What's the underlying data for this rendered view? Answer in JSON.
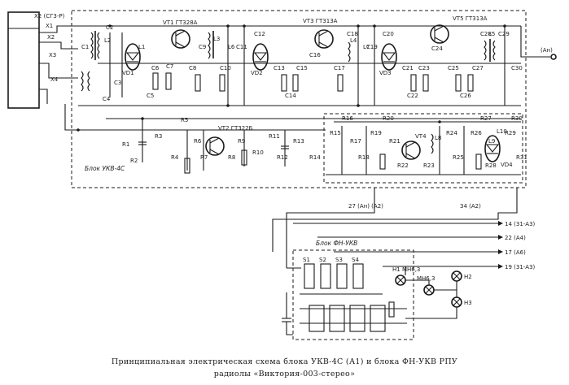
{
  "caption": {
    "line1": "Принципиальная электрическая схема блока УКВ-4С (А1) и блока ФН-УКВ РПУ",
    "line2": "радиолы «Виктория-003-стерео»"
  },
  "labels": {
    "block_ukv": "Блок УКВ-4С",
    "block_fn": "Блок ФН-УКВ",
    "connector_x2": "X2 (СГ3-Р)",
    "out_an": "(Ан)",
    "conn_27": "27 (Ан) (А2)",
    "conn_34": "34 (А2)",
    "conn_14": "14 (31-А3)",
    "conn_22": "22 (А4)",
    "conn_17": "17 (А6)",
    "conn_19": "19 (31-А3)",
    "vt1": "VT1 ГТ328А",
    "vt2": "VT2 ГТ322Б",
    "vt3": "VT3 ГТ313А",
    "vt4": "VT4",
    "vt5": "VT5 ГТ313А",
    "vd1": "VD1",
    "vd2": "VD2",
    "vd3": "VD3",
    "vd4": "VD4",
    "h1": "H1 МН6,3",
    "h2": "H2",
    "h3": "H3",
    "h4": "МН6,3"
  },
  "component_labels": [
    "C1",
    "C2",
    "C3",
    "C4",
    "C5",
    "C6",
    "C7",
    "C8",
    "C9",
    "C10",
    "C11",
    "C12",
    "C13",
    "C14",
    "C15",
    "C16",
    "C17",
    "C18",
    "C19",
    "C20",
    "C21",
    "C22",
    "C23",
    "C24",
    "C25",
    "C26",
    "C27",
    "C28",
    "C29",
    "C30",
    "R1",
    "R2",
    "R3",
    "R4",
    "R5",
    "R6",
    "R7",
    "R8",
    "R9",
    "R10",
    "R11",
    "R12",
    "R13",
    "R14",
    "R15",
    "R16",
    "R17",
    "R18",
    "R19",
    "R20",
    "R21",
    "R22",
    "R23",
    "R24",
    "R25",
    "R26",
    "R27",
    "R28",
    "R29",
    "R30",
    "R31",
    "L1",
    "L2",
    "L3",
    "L4",
    "L5",
    "L6",
    "L7",
    "L8",
    "L9",
    "L10",
    "S1",
    "S2",
    "S3",
    "S4",
    "X1",
    "X2",
    "X3",
    "X4"
  ]
}
